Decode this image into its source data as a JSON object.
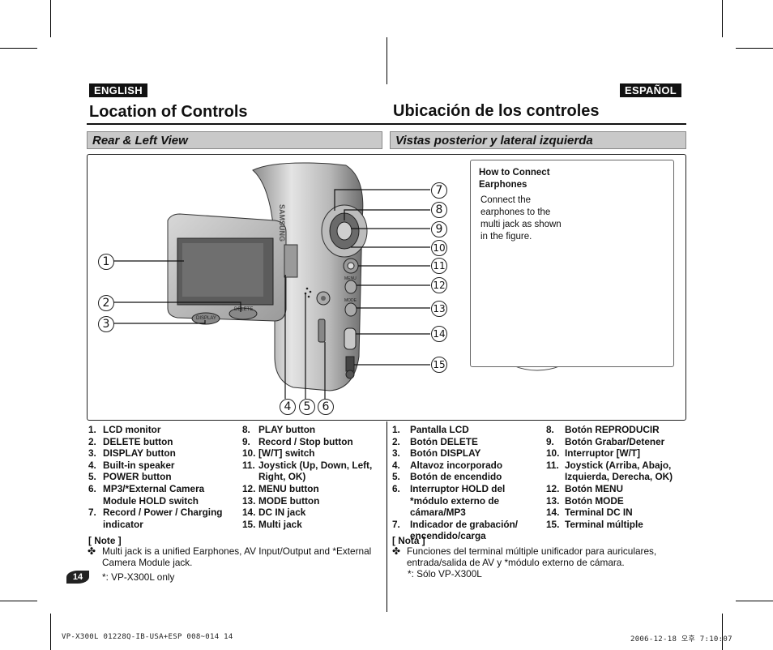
{
  "english": {
    "lang_tag": "ENGLISH",
    "title": "Location of Controls",
    "section": "Rear & Left View",
    "controls_col1": [
      {
        "n": "1.",
        "t": "LCD monitor"
      },
      {
        "n": "2.",
        "t": "DELETE button"
      },
      {
        "n": "3.",
        "t": "DISPLAY button"
      },
      {
        "n": "4.",
        "t": "Built-in speaker"
      },
      {
        "n": "5.",
        "t": "POWER button"
      },
      {
        "n": "6.",
        "t": "MP3/*External Camera Module HOLD switch"
      },
      {
        "n": "7.",
        "t": "Record / Power / Charging indicator"
      }
    ],
    "controls_col2": [
      {
        "n": "8.",
        "t": "PLAY button"
      },
      {
        "n": "9.",
        "t": "Record / Stop button"
      },
      {
        "n": "10.",
        "t": "[W/T] switch"
      },
      {
        "n": "11.",
        "t": "Joystick (Up, Down, Left, Right, OK)"
      },
      {
        "n": "12.",
        "t": "MENU button"
      },
      {
        "n": "13.",
        "t": "MODE button"
      },
      {
        "n": "14.",
        "t": "DC IN jack"
      },
      {
        "n": "15.",
        "t": "Multi jack"
      }
    ],
    "note_head": "[ Note ]",
    "note_mark": "✤",
    "note_text": "Multi jack is a unified Earphones, AV Input/Output and *External Camera Module jack.",
    "note_star": "*: VP-X300L only"
  },
  "spanish": {
    "lang_tag": "ESPAÑOL",
    "title": "Ubicación de los controles",
    "section": "Vistas posterior y lateral izquierda",
    "controls_col1": [
      {
        "n": "1.",
        "t": "Pantalla LCD"
      },
      {
        "n": "2.",
        "t": "Botón DELETE"
      },
      {
        "n": "3.",
        "t": "Botón DISPLAY"
      },
      {
        "n": "4.",
        "t": "Altavoz incorporado"
      },
      {
        "n": "5.",
        "t": "Botón de encendido"
      },
      {
        "n": "6.",
        "t": "Interruptor HOLD del *módulo externo de cámara/MP3"
      },
      {
        "n": "7.",
        "t": "Indicador de grabación/ encendido/carga"
      }
    ],
    "controls_col2": [
      {
        "n": "8.",
        "t": "Botón REPRODUCIR"
      },
      {
        "n": "9.",
        "t": "Botón Grabar/Detener"
      },
      {
        "n": "10.",
        "t": "Interruptor [W/T]"
      },
      {
        "n": "11.",
        "t": "Joystick (Arriba, Abajo, Izquierda, Derecha, OK)"
      },
      {
        "n": "12.",
        "t": "Botón MENU"
      },
      {
        "n": "13.",
        "t": "Botón MODE"
      },
      {
        "n": "14.",
        "t": "Terminal DC IN"
      },
      {
        "n": "15.",
        "t": "Terminal múltiple"
      }
    ],
    "note_head": "[ Nota ]",
    "note_mark": "✤",
    "note_text": "Funciones del terminal múltiple unificador para auriculares, entrada/salida de AV y *módulo externo de cámara.",
    "note_star": "*: Sólo VP-X300L"
  },
  "figure": {
    "callouts": [
      "1",
      "2",
      "3",
      "4",
      "5",
      "6",
      "7",
      "8",
      "9",
      "10",
      "11",
      "12",
      "13",
      "14",
      "15"
    ],
    "camera_labels": {
      "display": "DISPLAY",
      "delete": "DELETE",
      "brand": "SAMSUNG",
      "menu": "MENU",
      "mode": "MODE"
    },
    "inset": {
      "title": "How to Connect Earphones",
      "text": "Connect the earphones to the multi jack as shown in the figure."
    }
  },
  "page_number": "14",
  "footer": {
    "left": "VP-X300L 01228Q-IB-USA+ESP 008~014   14",
    "right": "2006-12-18   오후 7:10:07"
  }
}
